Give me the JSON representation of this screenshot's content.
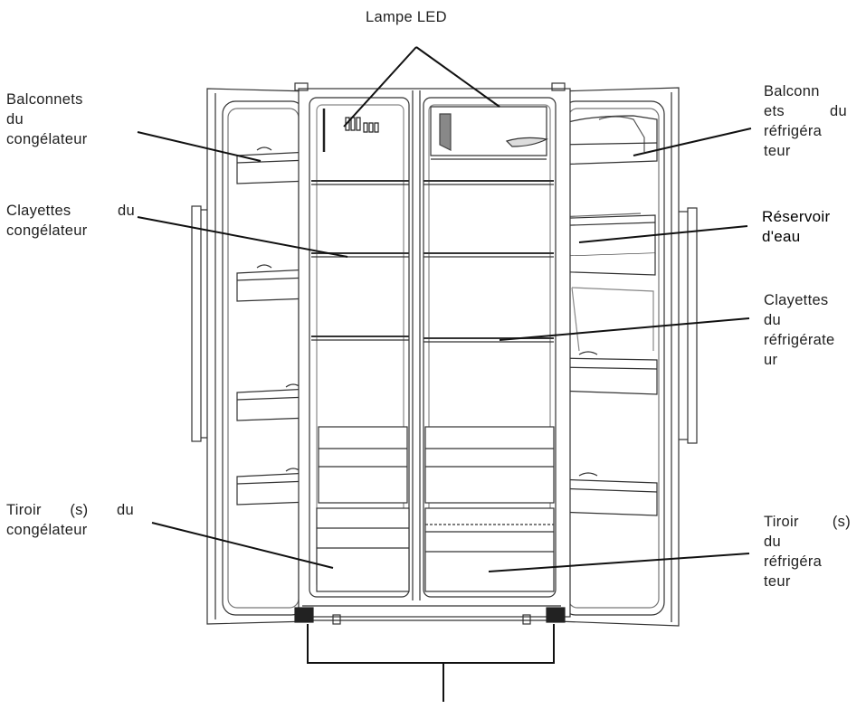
{
  "labels": {
    "led_lamp": "Lampe LED",
    "freezer_balconies": [
      "Balconnets",
      "du",
      "congélateur"
    ],
    "freezer_shelves": [
      "Clayettes du",
      "congélateur"
    ],
    "freezer_drawers": [
      "Tiroir (s) du",
      "congélateur"
    ],
    "fridge_balconies": [
      "Balconn",
      "ets du",
      "réfrigéra",
      "teur"
    ],
    "water_tank": [
      "Réservoir",
      "d'eau"
    ],
    "fridge_shelves": [
      "Clayettes",
      "du",
      "réfrigérate",
      "ur"
    ],
    "fridge_drawers": [
      "Tiroir (s)",
      "du",
      "réfrigéra",
      "teur"
    ]
  }
}
